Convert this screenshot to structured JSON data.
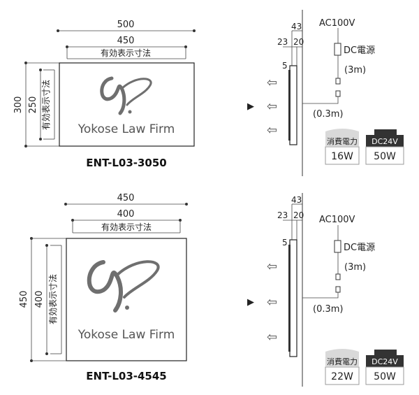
{
  "top": {
    "dim_outer_w": "500",
    "dim_inner_w": "450",
    "eff_label_h": "有効表示寸法",
    "dim_outer_h": "300",
    "dim_inner_h": "250",
    "eff_label_v": "有効表示寸法",
    "brand": "Yokose Law Firm",
    "model": "ENT-L03-3050",
    "side_d1": "43",
    "side_d2": "23",
    "side_d3": "20",
    "side_d4": "5",
    "ac": "AC100V",
    "dc": "DC電源",
    "cable_3m": "(3m)",
    "cable_03m": "(0.3m)",
    "power_label": "消費電力",
    "power_val": "16W",
    "dc_label": "DC24V",
    "dc_val": "50W"
  },
  "bottom": {
    "dim_outer_w": "450",
    "dim_inner_w": "400",
    "eff_label_h": "有効表示寸法",
    "dim_outer_h": "450",
    "dim_inner_h": "400",
    "eff_label_v": "有効表示寸法",
    "brand": "Yokose Law Firm",
    "model": "ENT-L03-4545",
    "side_d1": "43",
    "side_d2": "23",
    "side_d3": "20",
    "side_d4": "5",
    "ac": "AC100V",
    "dc": "DC電源",
    "cable_3m": "(3m)",
    "cable_03m": "(0.3m)",
    "power_label": "消費電力",
    "power_val": "22W",
    "dc_label": "DC24V",
    "dc_val": "50W"
  },
  "icons": {
    "light_arrow": "⇦",
    "pointer": "▶"
  },
  "colors": {
    "power_badge_bg": "#d9d9d9",
    "dc_badge_bg": "#333333"
  }
}
